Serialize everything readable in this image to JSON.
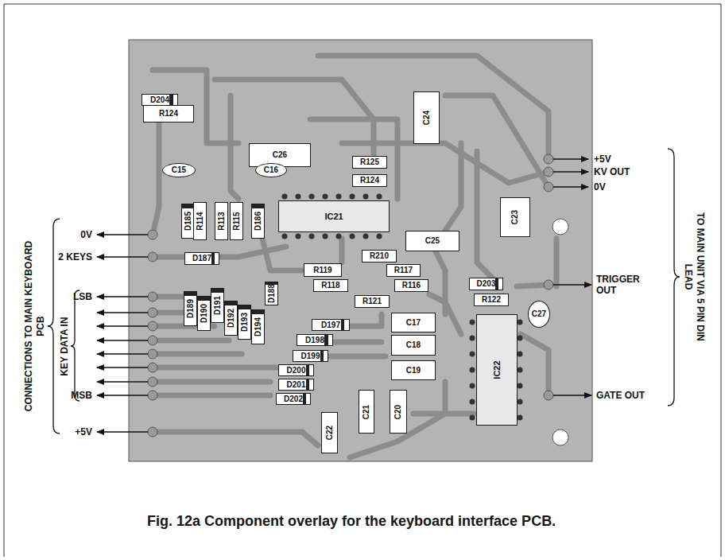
{
  "diagram": {
    "caption": "Fig. 12a Component overlay for the keyboard interface PCB.",
    "labels": [
      "D204",
      "R124",
      "C26",
      "C24",
      "C15",
      "C16",
      "R125",
      "R124",
      "D185",
      "R114",
      "R113",
      "R115",
      "D186",
      "IC21",
      "C23",
      "D187",
      "C25",
      "R119",
      "R210",
      "R117",
      "R118",
      "R116",
      "R121",
      "D203",
      "R122",
      "D188",
      "D189",
      "D190",
      "D191",
      "D192",
      "D193",
      "D194",
      "D197",
      "C17",
      "D198",
      "C18",
      "D199",
      "D200",
      "C19",
      "C27",
      "IC22",
      "D201",
      "D202",
      "C22",
      "C21",
      "C20",
      "0V",
      "2 KEYS",
      "LSB",
      "MSB",
      "+5V",
      "KEY DATA IN",
      "CONNECTIONS TO MAIN KEYBOARD PCB",
      "+5V",
      "KV OUT",
      "0V",
      "TRIGGER OUT",
      "GATE OUT",
      "TO MAIN UNIT VIA 5 PIN DIN LEAD"
    ]
  }
}
